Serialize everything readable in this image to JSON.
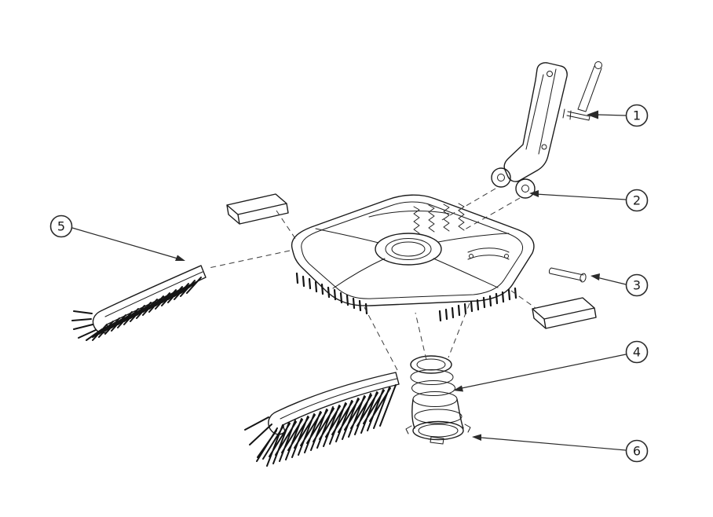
{
  "diagram": {
    "background_color": "#ffffff",
    "line_color": "#1c1c1c",
    "highlight_color": "#c4231f"
  },
  "callouts": [
    {
      "label": "1",
      "highlighted": true
    },
    {
      "label": "2",
      "highlighted": false
    },
    {
      "label": "3",
      "highlighted": false
    },
    {
      "label": "4",
      "highlighted": false
    },
    {
      "label": "5",
      "highlighted": false
    },
    {
      "label": "6",
      "highlighted": false
    }
  ]
}
